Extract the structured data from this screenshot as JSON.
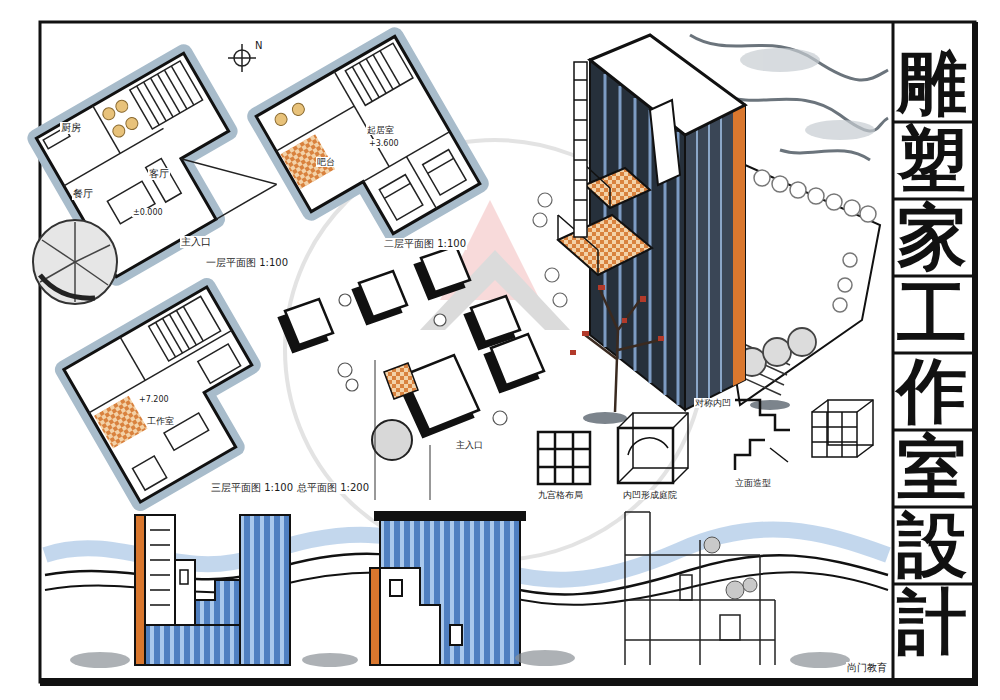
{
  "diagram": {
    "title": "雕塑家工作室設計",
    "labels": [
      "N",
      "厨房",
      "客厅",
      "餐厅",
      "±0.000",
      "主入口",
      "一层平面图 1:100",
      "吧台",
      "起居室",
      "+3.600",
      "二层平面图 1:100",
      "+7.200",
      "工作室",
      "三层平面图 1:100",
      "总平面图 1:200",
      "主入口",
      "九宫格布局",
      "内凹形成庭院",
      "对称内凹",
      "立面造型",
      "尚门教育"
    ]
  }
}
